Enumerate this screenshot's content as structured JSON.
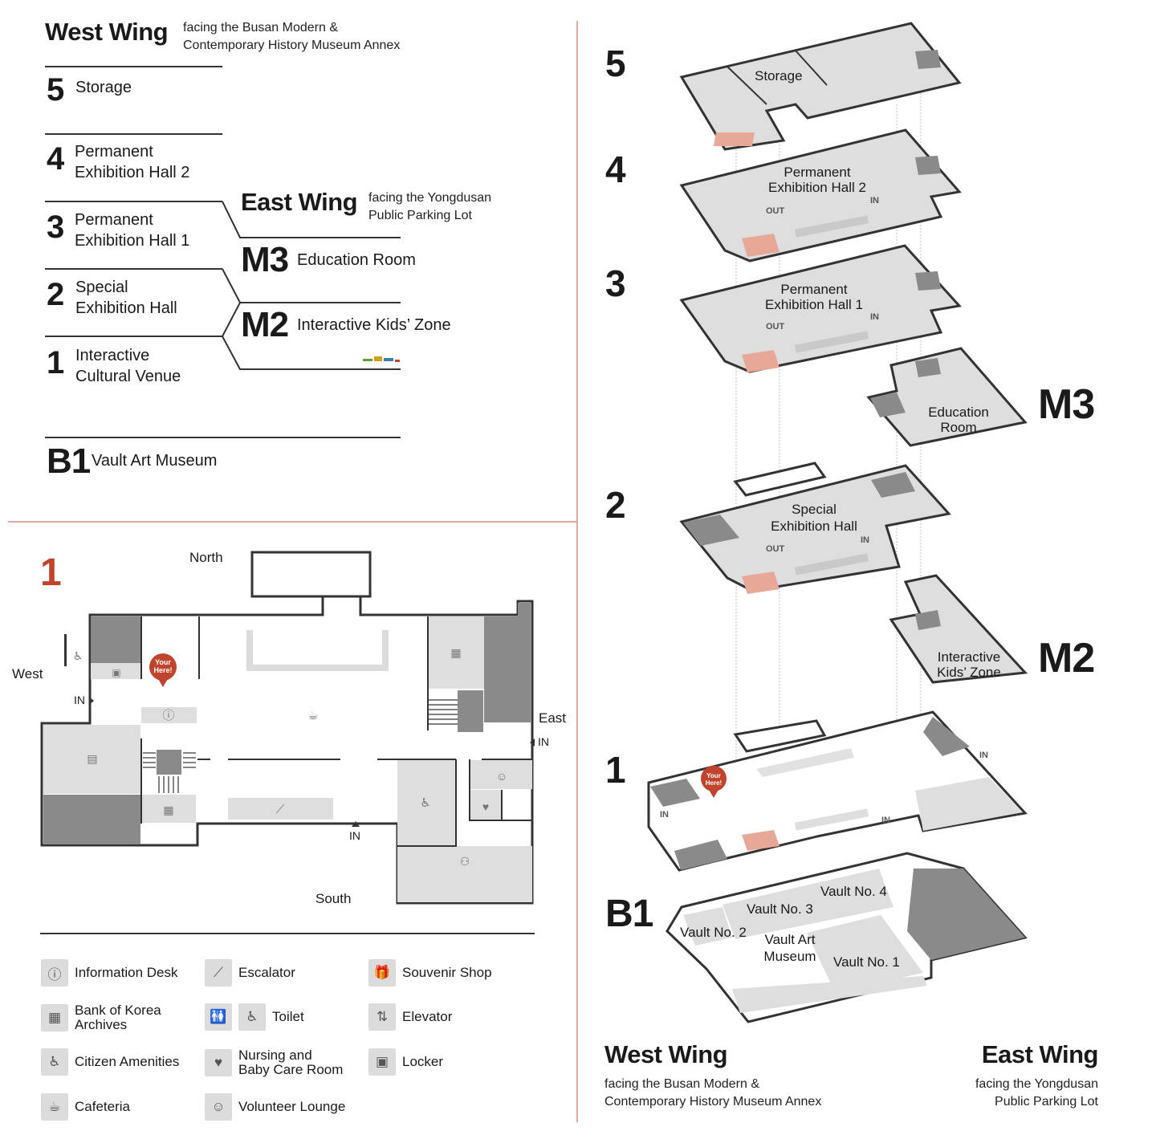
{
  "west_wing": {
    "title": "West Wing",
    "subtitle_line1": "facing the Busan Modern &",
    "subtitle_line2": "Contemporary History Museum Annex"
  },
  "east_wing": {
    "title": "East Wing",
    "subtitle_line1": "facing the Yongdusan",
    "subtitle_line2": "Public Parking Lot"
  },
  "directory": {
    "floors": [
      {
        "num": "5",
        "line1": "Storage",
        "line2": ""
      },
      {
        "num": "4",
        "line1": "Permanent",
        "line2": "Exhibition Hall 2"
      },
      {
        "num": "3",
        "line1": "Permanent",
        "line2": "Exhibition Hall 1"
      },
      {
        "num": "2",
        "line1": "Special",
        "line2": "Exhibition Hall"
      },
      {
        "num": "1",
        "line1": "Interactive",
        "line2": "Cultural Venue"
      }
    ],
    "east_floors": [
      {
        "num": "M3",
        "label": "Education Room"
      },
      {
        "num": "M2",
        "label": "Interactive Kids’ Zone"
      }
    ],
    "basement": {
      "num": "B1",
      "label": "Vault Art Museum"
    }
  },
  "floor_plan": {
    "floor": "1",
    "north": "North",
    "south": "South",
    "west": "West",
    "east": "East",
    "entrance": "IN",
    "you_are_here_1": "Your",
    "you_are_here_2": "Here!"
  },
  "legend": [
    {
      "icon": "info-icon",
      "glyph": "ⓘ",
      "line1": "Information Desk",
      "line2": ""
    },
    {
      "icon": "escalator-icon",
      "glyph": "⟋",
      "line1": "Escalator",
      "line2": ""
    },
    {
      "icon": "souvenir-shop-icon",
      "glyph": "🎁",
      "line1": "Souvenir Shop",
      "line2": ""
    },
    {
      "icon": "archives-icon",
      "glyph": "▦",
      "line1": "Bank of Korea",
      "line2": "Archives"
    },
    {
      "icon": "toilet-icon",
      "glyph": "🚻",
      "line1": "Toilet",
      "line2": ""
    },
    {
      "icon": "elevator-icon",
      "glyph": "⇅",
      "line1": "Elevator",
      "line2": ""
    },
    {
      "icon": "citizen-amenities-icon",
      "glyph": "♿",
      "line1": "Citizen Amenities",
      "line2": ""
    },
    {
      "icon": "nursing-room-icon",
      "glyph": "♥",
      "line1": "Nursing and",
      "line2": "Baby Care Room"
    },
    {
      "icon": "locker-icon",
      "glyph": "▣",
      "line1": "Locker",
      "line2": ""
    },
    {
      "icon": "cafeteria-icon",
      "glyph": "☕",
      "line1": "Cafeteria",
      "line2": ""
    },
    {
      "icon": "volunteer-lounge-icon",
      "glyph": "☺",
      "line1": "Volunteer Lounge",
      "line2": ""
    }
  ],
  "axon": {
    "floors": [
      "5",
      "4",
      "3",
      "M3",
      "2",
      "M2",
      "1",
      "B1"
    ],
    "rooms": {
      "storage": "Storage",
      "pe2_1": "Permanent",
      "pe2_2": "Exhibition Hall 2",
      "pe1_1": "Permanent",
      "pe1_2": "Exhibition Hall 1",
      "edu_1": "Education",
      "edu_2": "Room",
      "special_1": "Special",
      "special_2": "Exhibition Hall",
      "kids_1": "Interactive",
      "kids_2": "Kids’ Zone",
      "vault1": "Vault No. 1",
      "vault2": "Vault No. 2",
      "vault3": "Vault No. 3",
      "vault4": "Vault No. 4",
      "vault_art_1": "Vault Art",
      "vault_art_2": "Museum"
    },
    "out": "OUT",
    "in": "IN"
  },
  "colors": {
    "accent_red": "#c0432b",
    "floor_fill": "#dedede",
    "dark_fill": "#8a8a8a",
    "pink_fill": "#e7a898",
    "divider": "#e2a8a0"
  }
}
